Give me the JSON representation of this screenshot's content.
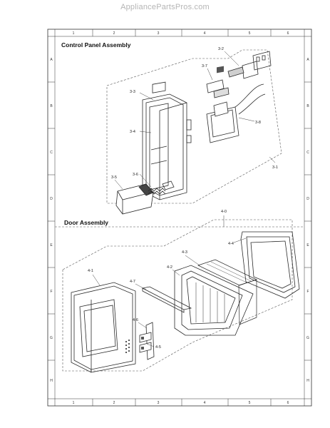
{
  "watermark": "AppliancePartsPros.com",
  "sections": {
    "control_panel_title": "Control Panel Assembly",
    "door_title": "Door Assembly"
  },
  "grid": {
    "columns": [
      "1",
      "2",
      "3",
      "4",
      "5",
      "6"
    ],
    "rows": [
      "A",
      "B",
      "C",
      "D",
      "E",
      "F",
      "G",
      "H"
    ]
  },
  "callouts": {
    "c3_1": "3-1",
    "c3_2": "3-2",
    "c3_3": "3-3",
    "c3_4": "3-4",
    "c3_5": "3-5",
    "c3_6": "3-6",
    "c3_7": "3-7",
    "c3_8": "3-8",
    "c4_0": "4-0",
    "c4_1": "4-1",
    "c4_2": "4-2",
    "c4_3": "4-3",
    "c4_4": "4-4",
    "c4_5": "4-5",
    "c4_6": "4-6",
    "c4_7": "4-7"
  },
  "colors": {
    "line": "#2a2a2a",
    "dashed": "#555555",
    "watermark": "#b5b5b5"
  }
}
